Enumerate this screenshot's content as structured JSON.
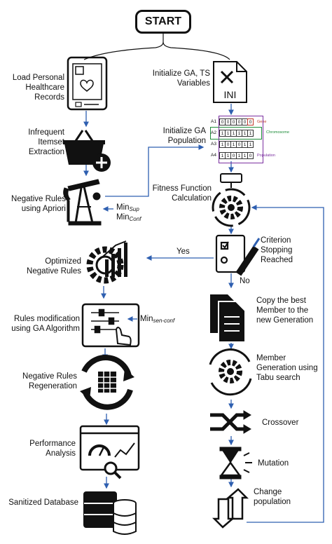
{
  "start": "START",
  "left": {
    "load": "Load Personal Healthcare Records",
    "infrequent": "Infrequent Itemset Extraction",
    "negative": "Negative Rules using Apriori",
    "min_sup": "Min",
    "min_sup_sub": "Sup",
    "min_conf": "Min",
    "min_conf_sub": "Conf",
    "optimized": "Optimized Negative Rules",
    "modification": "Rules modification using GA Algorithm",
    "min_sen": "Min",
    "min_sen_sub": "sen-conf",
    "regeneration": "Negative Rules Regeneration",
    "performance": "Performance Analysis",
    "sanitized": "Sanitized Database"
  },
  "right": {
    "init_vars": "Initialize GA, TS Variables",
    "ini": "INI",
    "init_pop": "Initialize GA Population",
    "fitness": "Fitness Function Calculation",
    "criterion": "Criterion Stopping Reached",
    "yes": "Yes",
    "no": "No",
    "copy": "Copy the best Member to the new Generation",
    "member_gen": "Member Generation using Tabu search",
    "crossover": "Crossover",
    "mutation": "Mutation",
    "change": "Change population"
  },
  "population_table": {
    "rows": [
      {
        "label": "A1",
        "cells": [
          "0",
          "0",
          "0",
          "0",
          "0",
          "0"
        ]
      },
      {
        "label": "A2",
        "cells": [
          "1",
          "1",
          "1",
          "1",
          "1",
          "1"
        ]
      },
      {
        "label": "A3",
        "cells": [
          "1",
          "0",
          "1",
          "0",
          "1",
          "1"
        ]
      },
      {
        "label": "A4",
        "cells": [
          "1",
          "1",
          "0",
          "1",
          "1",
          "0"
        ]
      }
    ],
    "gene": "Gene",
    "chromosome": "Chromosome",
    "population": "Population",
    "gene_color": "#c0392b",
    "chromosome_color": "#1e8c3a",
    "population_color": "#7b2fa0"
  },
  "colors": {
    "arrow": "#2e5fb0",
    "ink": "#111111"
  }
}
